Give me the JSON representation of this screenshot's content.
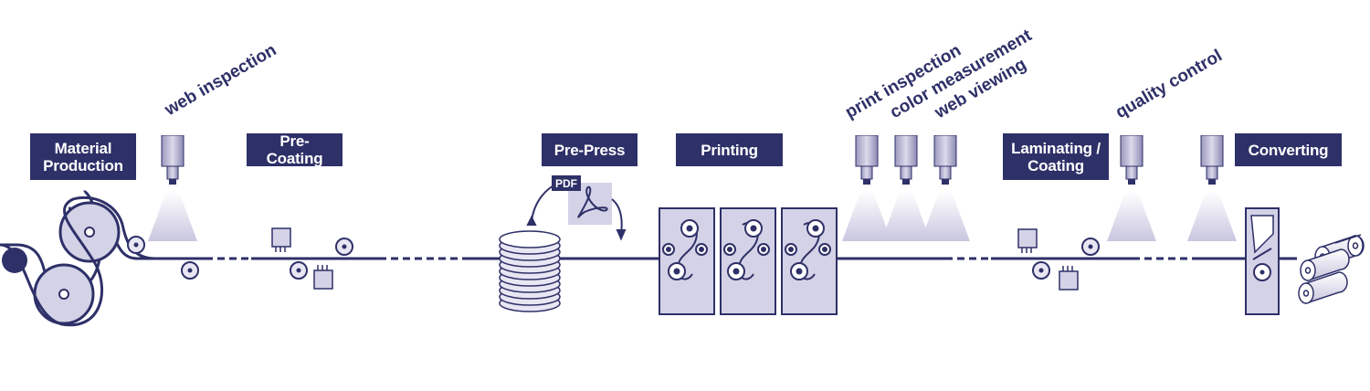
{
  "stages": {
    "material_production": "Material\nProduction",
    "pre_coating": "Pre-Coating",
    "pre_press": "Pre-Press",
    "printing": "Printing",
    "laminating_coating": "Laminating /\nCoating",
    "converting": "Converting"
  },
  "inspection_labels": {
    "web_inspection": "web inspection",
    "print_inspection": "print inspection",
    "color_measurement": "color measurement",
    "web_viewing": "web viewing",
    "quality_control": "quality control"
  },
  "pdf_tag": "PDF",
  "colors": {
    "navy": "#2e3068",
    "lavender": "#d4d2e6",
    "light_lavender": "#e8e6f2"
  },
  "icons": [
    "camera-icon",
    "roller-icon",
    "pdf-document-icon",
    "printing-unit-icon",
    "paper-roll-icon",
    "disk-stack-icon"
  ]
}
